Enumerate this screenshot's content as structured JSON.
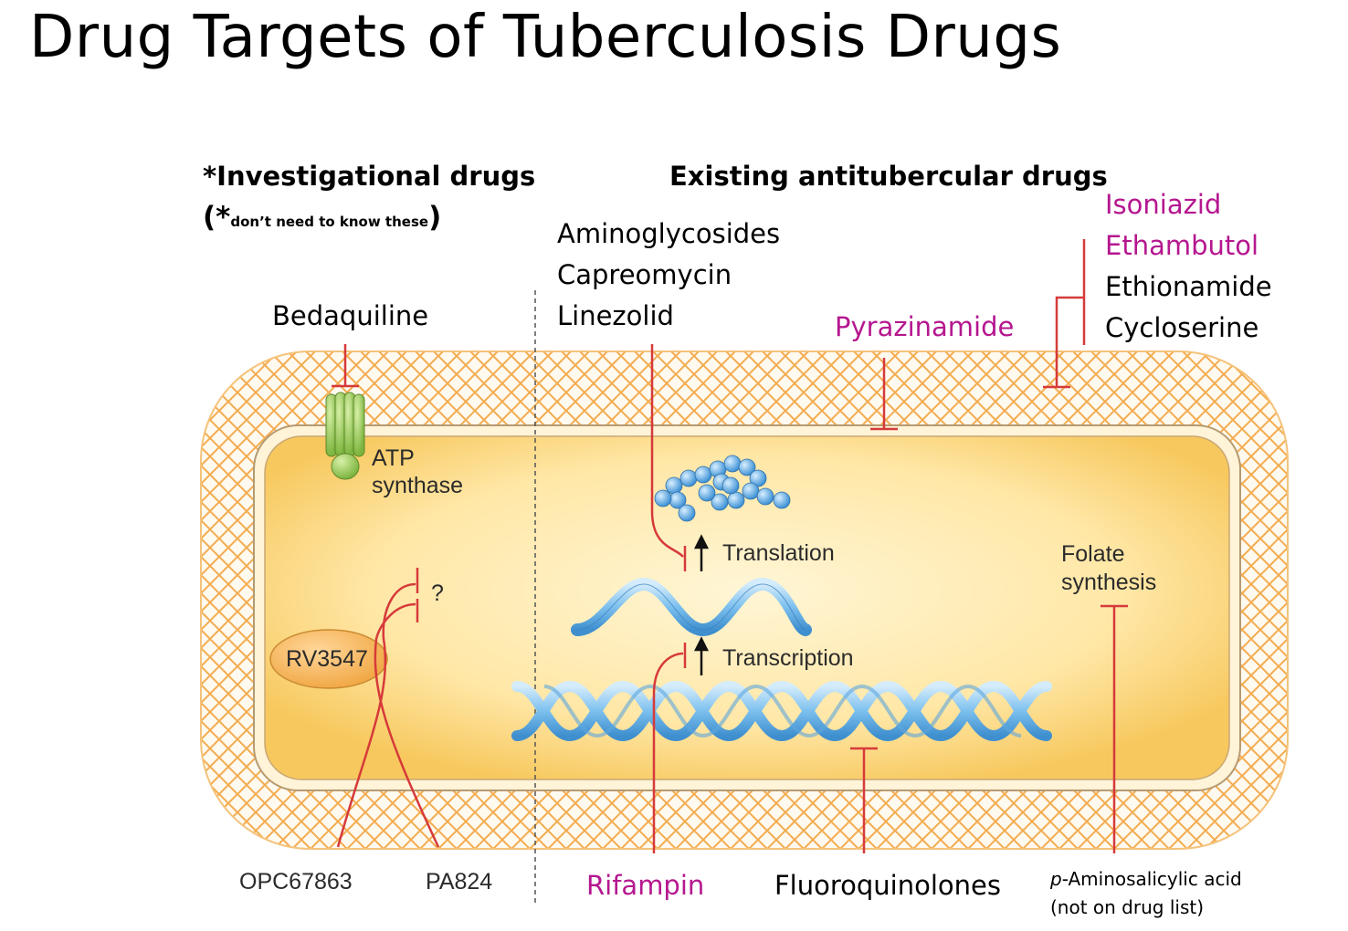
{
  "title": "Drug Targets of Tuberculosis Drugs",
  "investigational": {
    "heading": "*Investigational drugs",
    "note_open": "(*",
    "note_small": "don’t need to know these",
    "note_close": ")",
    "bedaquiline": "Bedaquiline",
    "atp_line1": "ATP",
    "atp_line2": "synthase",
    "rv3547": "RV3547",
    "question": "?",
    "opc": "OPC67863",
    "pa": "PA824"
  },
  "existing": {
    "heading": "Existing antitubercular drugs",
    "ribosome_drugs": [
      "Aminoglycosides",
      "Capreomycin",
      "Linezolid"
    ],
    "pyrazinamide": "Pyrazinamide",
    "wall_drugs": [
      "Isoniazid",
      "Ethambutol",
      "Ethionamide",
      "Cycloserine"
    ],
    "translation": "Translation",
    "transcription": "Transcription",
    "folate_line1": "Folate",
    "folate_line2": "synthesis",
    "rifampin": "Rifampin",
    "fluoroquinolones": "Fluoroquinolones",
    "pas_italic": "p",
    "pas_rest": "-Aminosalicylic acid",
    "pas_note": "(not on drug list)"
  },
  "colors": {
    "highlight": "#b5178f",
    "inhibit": "#d63a3a",
    "membrane": "#f5b95a",
    "dna": "#5aa9e0"
  }
}
